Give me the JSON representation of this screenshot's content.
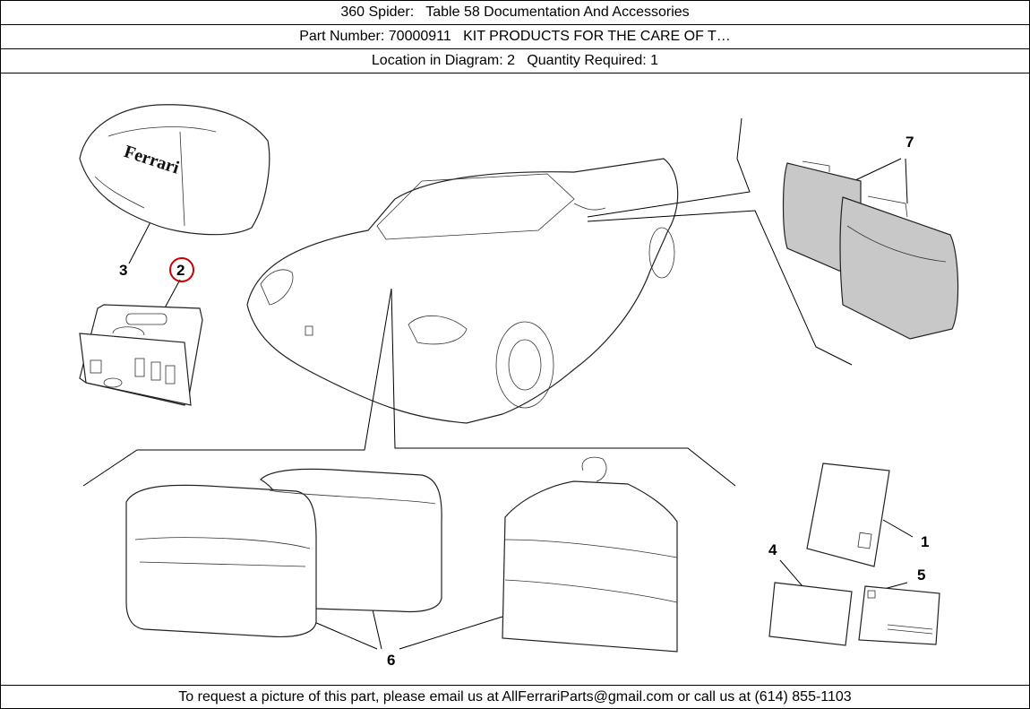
{
  "header": {
    "title": "360 Spider:   Table 58 Documentation And Accessories",
    "part_line": "Part Number: 70000911   KIT PRODUCTS FOR THE CARE OF T…",
    "location_line": "Location in Diagram: 2   Quantity Required: 1"
  },
  "diagram": {
    "callouts": {
      "c1": "1",
      "c2": "2",
      "c3": "3",
      "c4": "4",
      "c5": "5",
      "c6": "6",
      "c7": "7"
    },
    "bag_logo": "Ferrari",
    "highlight_color": "#cc0000"
  },
  "footer": {
    "text": "To request a picture of this part, please email us at AllFerrariParts@gmail.com or call us at (614) 855-1103"
  }
}
